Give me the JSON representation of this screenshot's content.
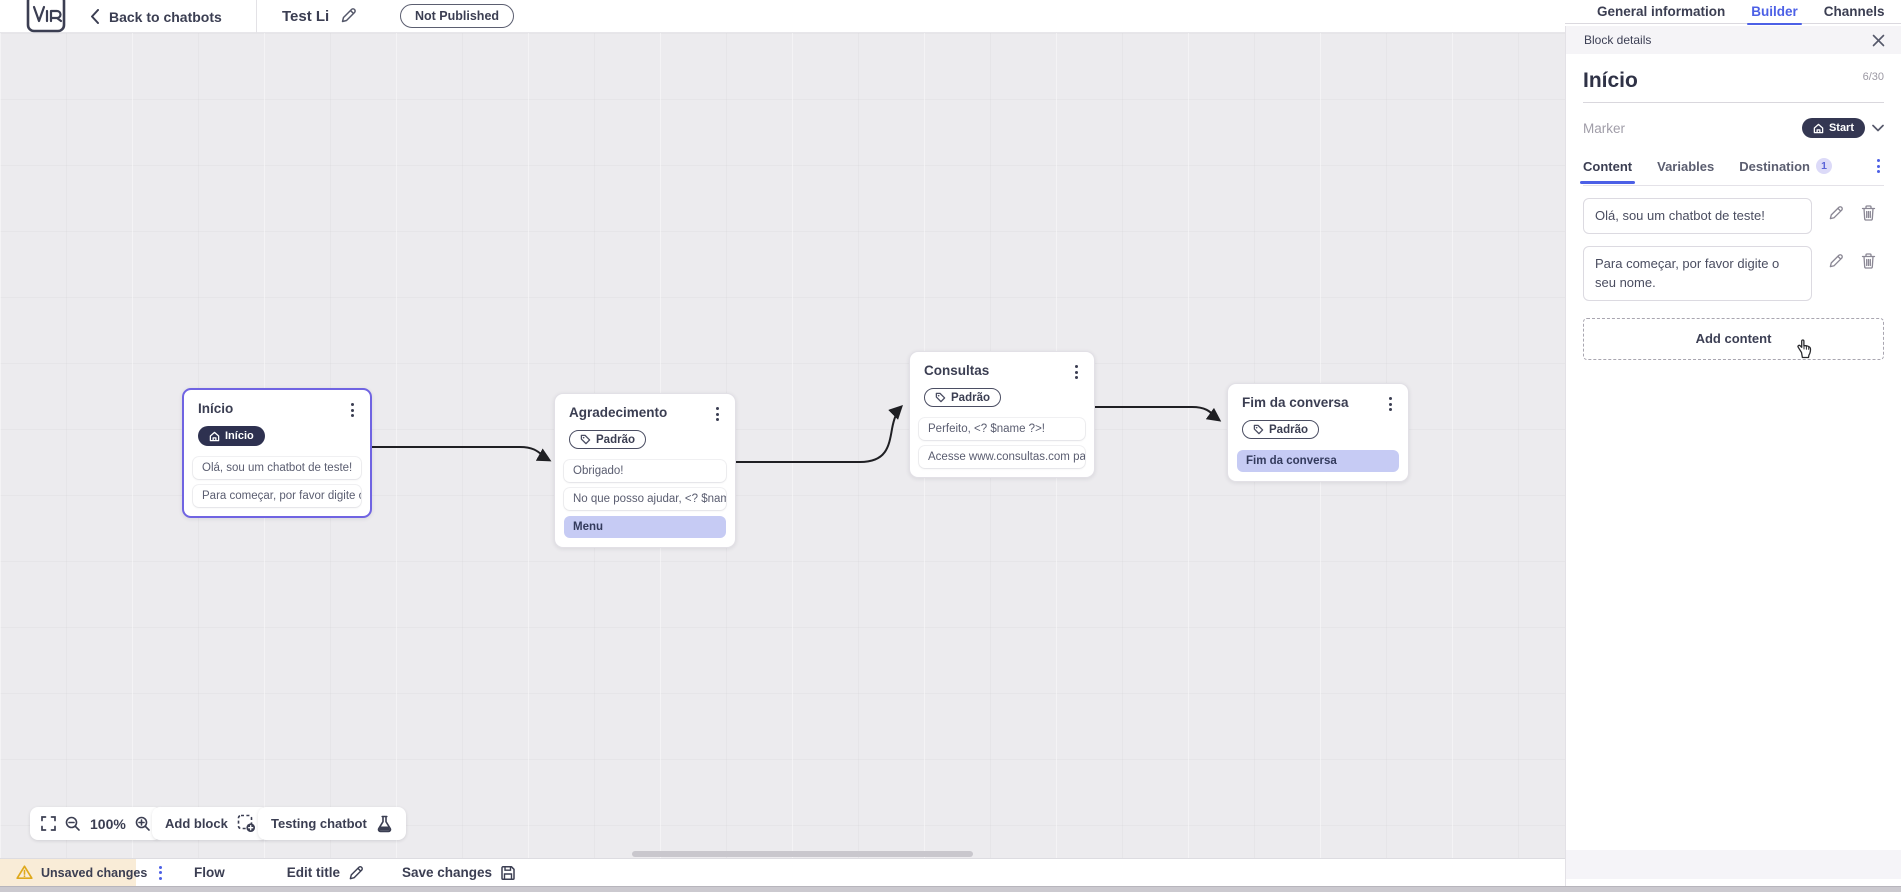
{
  "topbar": {
    "back_label": "Back to chatbots",
    "title": "Test Li",
    "status_badge": "Not Published",
    "tabs": [
      {
        "label": "General information",
        "active": false
      },
      {
        "label": "Builder",
        "active": true
      },
      {
        "label": "Channels",
        "active": false
      }
    ]
  },
  "panel": {
    "header": "Block details",
    "block_name": "Início",
    "name_counter": "6/30",
    "marker_label": "Marker",
    "marker_value": "Start",
    "tabs": [
      {
        "label": "Content",
        "active": true
      },
      {
        "label": "Variables",
        "active": false
      },
      {
        "label": "Destination",
        "active": false,
        "badge": "1"
      }
    ],
    "contents": [
      {
        "text": "Olá, sou um chatbot de teste!"
      },
      {
        "text": "Para começar, por favor digite o seu nome."
      }
    ],
    "add_content_label": "Add content"
  },
  "canvas": {
    "nodes": [
      {
        "title": "Início",
        "badge": "Início",
        "badge_type": "start",
        "selected": true,
        "items": [
          {
            "type": "message",
            "text": "Olá, sou um chatbot de teste!"
          },
          {
            "type": "message",
            "text": "Para começar, por favor digite o ..."
          }
        ]
      },
      {
        "title": "Agradecimento",
        "badge": "Padrão",
        "badge_type": "tag",
        "selected": false,
        "items": [
          {
            "type": "message",
            "text": "Obrigado!"
          },
          {
            "type": "message",
            "text": "No que posso ajudar, <? $name ..."
          },
          {
            "type": "button",
            "text": "Menu"
          }
        ]
      },
      {
        "title": "Consultas",
        "badge": "Padrão",
        "badge_type": "tag",
        "selected": false,
        "items": [
          {
            "type": "message",
            "text": "Perfeito, <? $name ?>!"
          },
          {
            "type": "message",
            "text": "Acesse www.consultas.com par..."
          }
        ]
      },
      {
        "title": "Fim da conversa",
        "badge": "Padrão",
        "badge_type": "tag",
        "selected": false,
        "items": [
          {
            "type": "button",
            "text": "Fim da conversa"
          }
        ]
      }
    ],
    "controls": {
      "zoom_level": "100%",
      "add_block_label": "Add block",
      "testing_label": "Testing chatbot"
    }
  },
  "bottombar": {
    "unsaved_label": "Unsaved changes",
    "flow_tab_label": "Flow",
    "edit_title_label": "Edit title",
    "save_label": "Save changes"
  },
  "colors": {
    "accent": "#4C60E6",
    "dark_badge": "#2E3150",
    "selected_node_border": "#7064E2",
    "node_button_bg": "#C6CBF4",
    "canvas_bg": "#ECEBEE",
    "warning_bg": "#F9ECD7",
    "warning_icon": "#DFA91C",
    "connector": "#1F1F23"
  }
}
